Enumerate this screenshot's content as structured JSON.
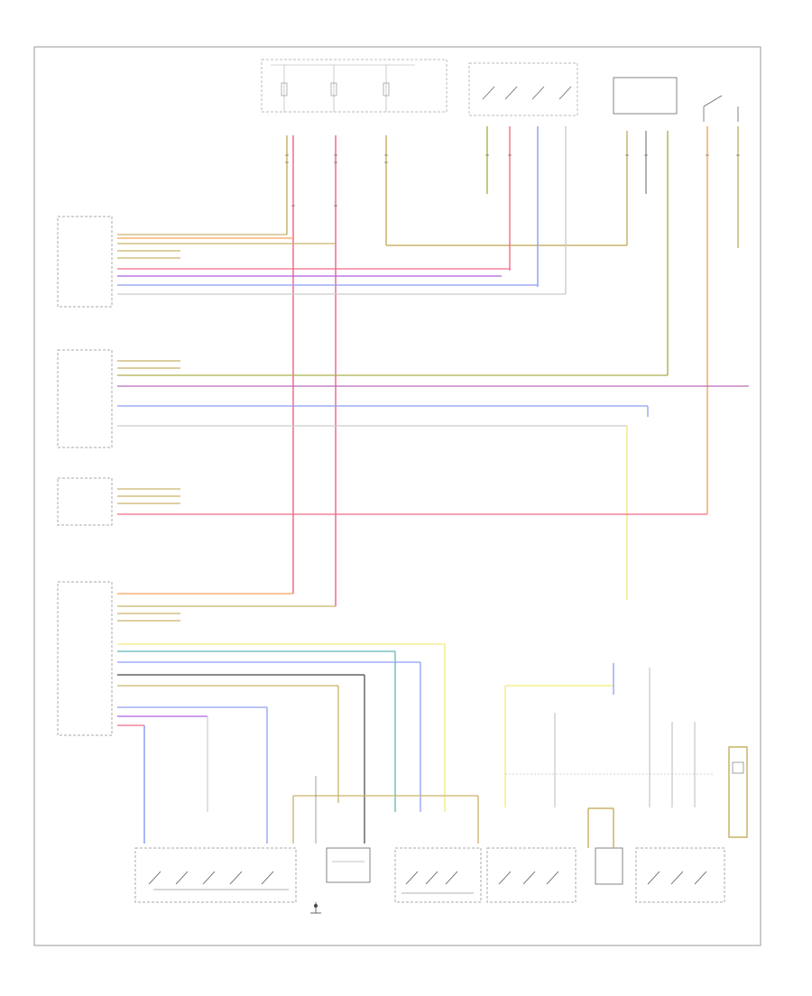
{
  "page": {
    "footer_code": ""
  },
  "colors": {
    "border": "#999999",
    "wire_red": "#f36b86",
    "wire_orange": "#f5a55c",
    "wire_tan": "#c9b26a",
    "wire_yellow": "#f1ea7a",
    "wire_olive": "#aab04e",
    "wire_blue": "#8e9df5",
    "wire_violet": "#b05fe0",
    "wire_green": "#5fb86a",
    "wire_gray": "#cccccc",
    "wire_dark": "#444444"
  },
  "modules": [
    {
      "id": "left-rear-control-module"
    },
    {
      "id": "left-front-seat-module"
    },
    {
      "id": "seat-belt-tensioner-module"
    },
    {
      "id": "right-rear-control-module"
    }
  ],
  "switches": [
    {
      "id": "left-rear-seat-switch"
    },
    {
      "id": "center-lamp-unit"
    },
    {
      "id": "lumbar-switch"
    },
    {
      "id": "right-front-seat-switch"
    },
    {
      "id": "right-seat-motor"
    },
    {
      "id": "right-rear-seat-switch"
    },
    {
      "id": "right-seat-heater"
    }
  ],
  "icons": [
    {
      "id": "ground-icon"
    }
  ]
}
